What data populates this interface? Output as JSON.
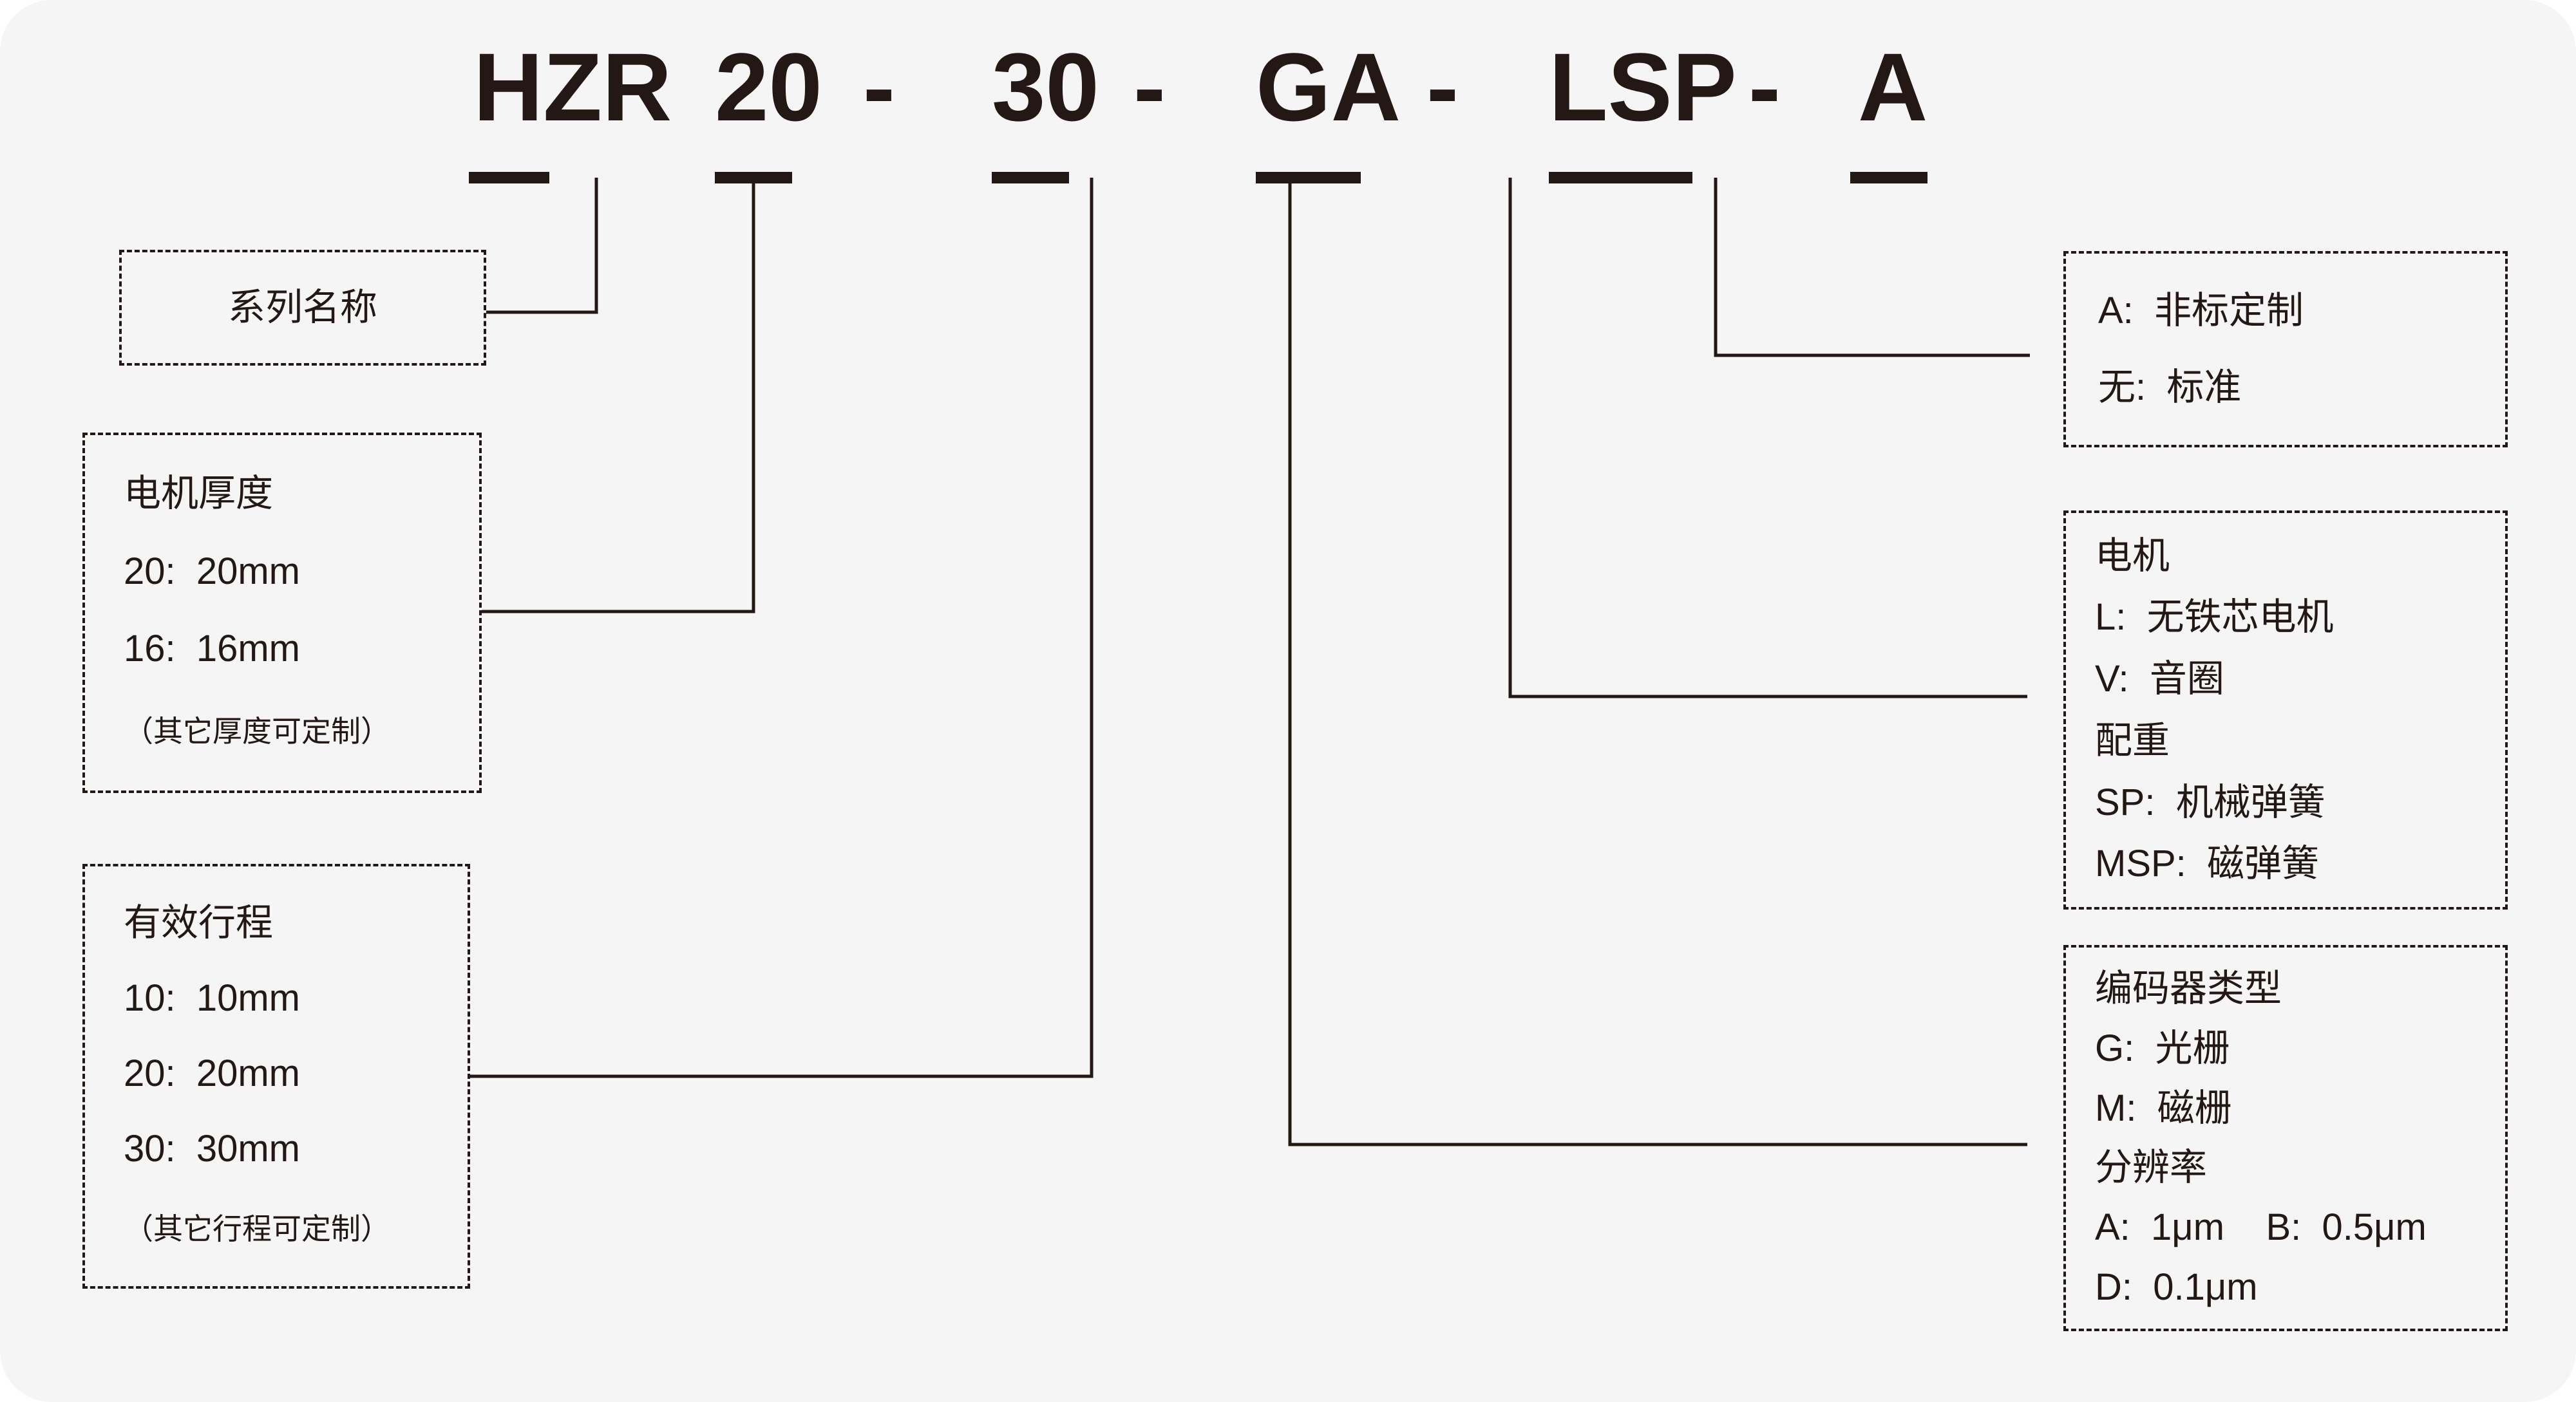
{
  "diagram": {
    "title": "HZR 20 - 30 - GA - LSP - A",
    "background_color": "#f5f5f5",
    "ink_color": "#231815",
    "code_segments": [
      {
        "id": "series",
        "text": "HZR"
      },
      {
        "id": "thickness",
        "text": "20"
      },
      {
        "id": "sep1",
        "text": "-"
      },
      {
        "id": "stroke",
        "text": "30"
      },
      {
        "id": "sep2",
        "text": "-"
      },
      {
        "id": "encoder",
        "text": "GA"
      },
      {
        "id": "sep3",
        "text": "-"
      },
      {
        "id": "motor",
        "text": "LSP"
      },
      {
        "id": "sep4",
        "text": "-"
      },
      {
        "id": "custom",
        "text": "A"
      }
    ],
    "callouts": {
      "series_name": {
        "heading": "系列名称",
        "rows": [],
        "note": ""
      },
      "motor_thickness": {
        "heading": "电机厚度",
        "rows": [
          "20:  20mm",
          "16:  16mm"
        ],
        "note": "（其它厚度可定制）"
      },
      "effective_stroke": {
        "heading": "有效行程",
        "rows": [
          "10:  10mm",
          "20:  20mm",
          "30:  30mm"
        ],
        "note": "（其它行程可定制）"
      },
      "customization": {
        "rows": [
          "A:  非标定制",
          "无:  标准"
        ]
      },
      "motor_and_counterweight": {
        "heading_motor": "电机",
        "motor_rows": [
          "L:  无铁芯电机",
          "V:  音圈"
        ],
        "heading_counterweight": "配重",
        "counterweight_rows": [
          "SP:  机械弹簧",
          "MSP:  磁弹簧"
        ]
      },
      "encoder": {
        "heading_type": "编码器类型",
        "type_rows": [
          "G:  光栅",
          "M:  磁栅"
        ],
        "heading_resolution": "分辨率",
        "resolution_rows": [
          "A:  1μm    B:  0.5μm",
          "D:  0.1μm"
        ]
      }
    }
  }
}
